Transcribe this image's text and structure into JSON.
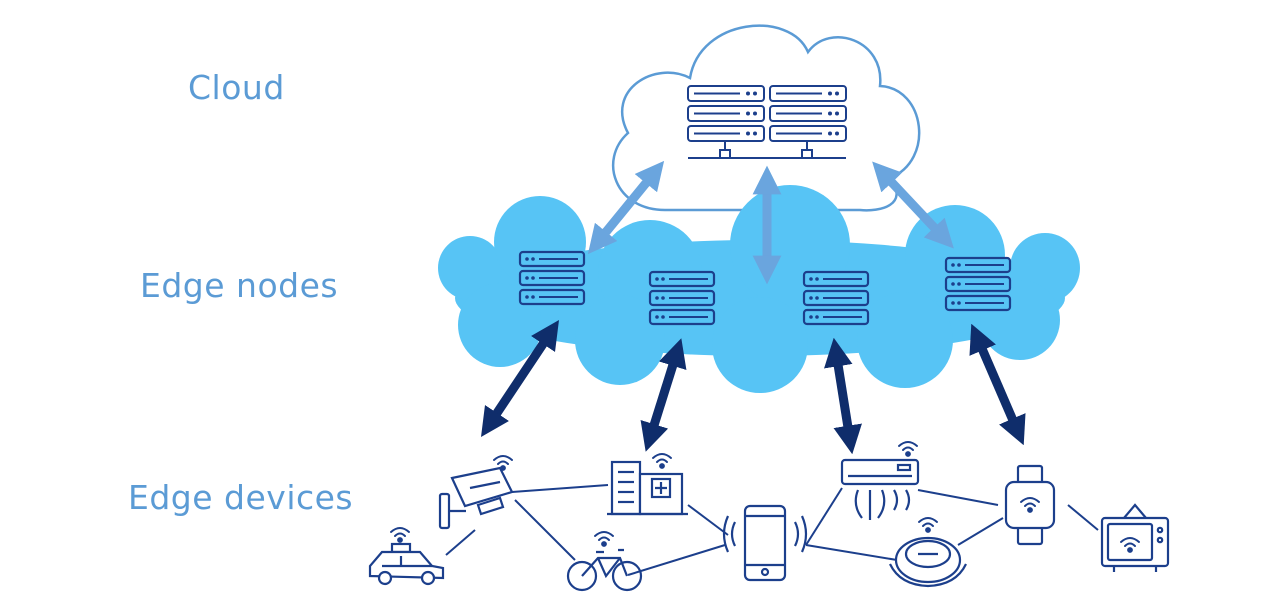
{
  "labels": {
    "cloud": "Cloud",
    "edge_nodes": "Edge nodes",
    "edge_devices": "Edge devices"
  },
  "colors": {
    "label": "#5b9bd5",
    "cloud_outline": "#5b9bd5",
    "edge_cloud_fill": "#57c4f5",
    "light_arrow": "#6aa5de",
    "dark_arrow": "#0f2d6b",
    "icon_stroke": "#1c3f8c"
  },
  "nodes": {
    "cloud": {
      "label": "Cloud",
      "icon": "server-rack-icon"
    },
    "edge_nodes": [
      {
        "id": "edge-node-1",
        "icon": "server-icon"
      },
      {
        "id": "edge-node-2",
        "icon": "server-icon"
      },
      {
        "id": "edge-node-3",
        "icon": "server-icon"
      },
      {
        "id": "edge-node-4",
        "icon": "server-icon"
      }
    ],
    "edge_devices": [
      {
        "id": "security-camera",
        "icon": "security-camera-icon"
      },
      {
        "id": "taxi",
        "icon": "taxi-icon"
      },
      {
        "id": "bicycle",
        "icon": "bicycle-icon"
      },
      {
        "id": "hospital",
        "icon": "hospital-icon"
      },
      {
        "id": "smartphone",
        "icon": "smartphone-icon"
      },
      {
        "id": "air-conditioner",
        "icon": "air-conditioner-icon"
      },
      {
        "id": "robot-vacuum",
        "icon": "robot-vacuum-icon"
      },
      {
        "id": "smartwatch",
        "icon": "smartwatch-icon"
      },
      {
        "id": "smart-tv",
        "icon": "smart-tv-icon"
      }
    ]
  },
  "edges": [
    {
      "from": "cloud",
      "to": "edge-node-1",
      "style": "light-bidirectional"
    },
    {
      "from": "cloud",
      "to": "edge-node-3",
      "style": "light-bidirectional"
    },
    {
      "from": "cloud",
      "to": "edge-node-4",
      "style": "light-bidirectional"
    },
    {
      "from": "edge-node-1",
      "to": "security-camera",
      "style": "dark-bidirectional"
    },
    {
      "from": "edge-node-2",
      "to": "hospital",
      "style": "dark-bidirectional"
    },
    {
      "from": "edge-node-3",
      "to": "air-conditioner",
      "style": "dark-bidirectional"
    },
    {
      "from": "edge-node-4",
      "to": "smartwatch",
      "style": "dark-bidirectional"
    },
    {
      "from": "security-camera",
      "to": "taxi",
      "style": "line"
    },
    {
      "from": "security-camera",
      "to": "hospital",
      "style": "line"
    },
    {
      "from": "security-camera",
      "to": "bicycle",
      "style": "line"
    },
    {
      "from": "bicycle",
      "to": "smartphone",
      "style": "line"
    },
    {
      "from": "hospital",
      "to": "smartphone",
      "style": "line"
    },
    {
      "from": "smartphone",
      "to": "air-conditioner",
      "style": "line"
    },
    {
      "from": "smartphone",
      "to": "robot-vacuum",
      "style": "line"
    },
    {
      "from": "air-conditioner",
      "to": "smartwatch",
      "style": "line"
    },
    {
      "from": "robot-vacuum",
      "to": "smartwatch",
      "style": "line"
    },
    {
      "from": "smartwatch",
      "to": "smart-tv",
      "style": "line"
    }
  ]
}
